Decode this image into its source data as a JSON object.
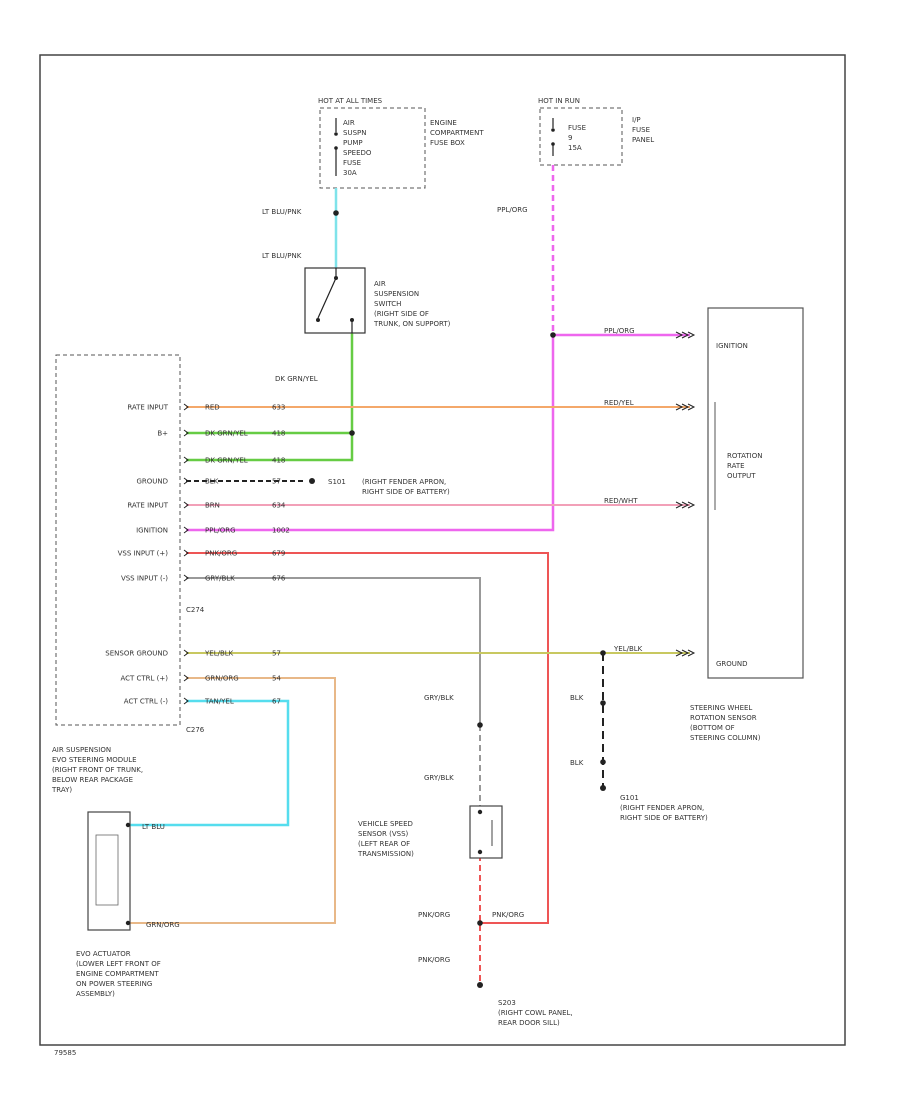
{
  "colors": {
    "lt_blu_pnk": "#7fe3ea",
    "ppl_org": "#ee66ee",
    "dk_grn_yel": "#66cc44",
    "red_yel": "#f4a86a",
    "brn": "#f2a0b8",
    "pnk_org": "#ee5555",
    "gry_blk": "#888888",
    "yel_blk": "#c8c860",
    "grn_org": "#e8b888",
    "lt_blu": "#55ddee",
    "frame": "#444444"
  },
  "fuses": {
    "left": {
      "header": "HOT AT ALL TIMES",
      "fuse_lines": [
        "AIR",
        "SUSPN",
        "PUMP",
        "SPEEDO",
        "FUSE",
        "30A"
      ],
      "location_lines": [
        "ENGINE",
        "COMPARTMENT",
        "FUSE BOX"
      ]
    },
    "right": {
      "header": "HOT IN RUN",
      "fuse_lines": [
        "FUSE",
        "9",
        "15A"
      ],
      "location_lines": [
        "I/P",
        "FUSE",
        "PANEL"
      ]
    }
  },
  "switch": {
    "wire_in_top": "LT BLU/PNK",
    "wire_in_bottom": "LT BLU/PNK",
    "label_lines": [
      "AIR",
      "SUSPENSION",
      "SWITCH",
      "(RIGHT SIDE OF",
      "TRUNK, ON SUPPORT)"
    ],
    "wire_out": "DK GRN/YEL"
  },
  "fuse_right_wire": "PPL/ORG",
  "module": {
    "pins": [
      {
        "label": "RATE INPUT",
        "wire": "RED",
        "circuit": "633"
      },
      {
        "label": "B+",
        "wire": "DK GRN/YEL",
        "circuit": "418"
      },
      {
        "label": "",
        "wire": "DK GRN/YEL",
        "circuit": "418"
      },
      {
        "label": "GROUND",
        "wire": "BLK",
        "circuit": "57"
      },
      {
        "label": "RATE INPUT",
        "wire": "BRN",
        "circuit": "634"
      },
      {
        "label": "IGNITION",
        "wire": "PPL/ORG",
        "circuit": "1002"
      },
      {
        "label": "VSS INPUT (+)",
        "wire": "PNK/ORG",
        "circuit": "679"
      },
      {
        "label": "VSS INPUT (-)",
        "wire": "GRY/BLK",
        "circuit": "676"
      },
      {
        "label": "SENSOR GROUND",
        "wire": "YEL/BLK",
        "circuit": "57"
      },
      {
        "label": "ACT CTRL (+)",
        "wire": "GRN/ORG",
        "circuit": "54"
      },
      {
        "label": "ACT CTRL (-)",
        "wire": "TAN/YEL",
        "circuit": "67"
      }
    ],
    "connector_top": "C274",
    "connector_bottom": "C276",
    "ground_splice": "S101",
    "ground_splice_lines": [
      "(RIGHT FENDER APRON,",
      "RIGHT SIDE OF BATTERY)"
    ],
    "label_lines": [
      "AIR SUSPENSION",
      "EVO STEERING MODULE",
      "(RIGHT FRONT OF TRUNK,",
      "BELOW REAR PACKAGE",
      "TRAY)"
    ]
  },
  "sensor": {
    "pins": [
      "IGNITION",
      "ROTATION RATE OUTPUT",
      "GROUND"
    ],
    "wires": [
      "PPL/ORG",
      "RED/YEL",
      "RED/WHT",
      "YEL/BLK"
    ],
    "label_lines": [
      "STEERING WHEEL",
      "ROTATION SENSOR",
      "(BOTTOM OF",
      "STEERING COLUMN)"
    ]
  },
  "ground_right": {
    "wire_top": "BLK",
    "wire_bottom": "BLK",
    "splice": "G101",
    "label_lines": [
      "(RIGHT FENDER APRON,",
      "RIGHT SIDE OF BATTERY)"
    ]
  },
  "vss": {
    "wire_top": "GRY/BLK",
    "wire_mid": "GRY/BLK",
    "label_lines": [
      "VEHICLE SPEED",
      "SENSOR (VSS)",
      "(LEFT REAR OF",
      "TRANSMISSION)"
    ],
    "wire_out_left": "PNK/ORG",
    "wire_out_right": "PNK/ORG",
    "wire_bottom": "PNK/ORG",
    "splice": "S203",
    "splice_lines": [
      "(RIGHT COWL PANEL,",
      "REAR DOOR SILL)"
    ]
  },
  "actuator": {
    "wire_top": "LT BLU",
    "wire_bottom": "GRN/ORG",
    "label_lines": [
      "EVO ACTUATOR",
      "(LOWER LEFT FRONT OF",
      "ENGINE COMPARTMENT",
      "ON POWER STEERING",
      "ASSEMBLY)"
    ]
  },
  "figure_id": "79585"
}
